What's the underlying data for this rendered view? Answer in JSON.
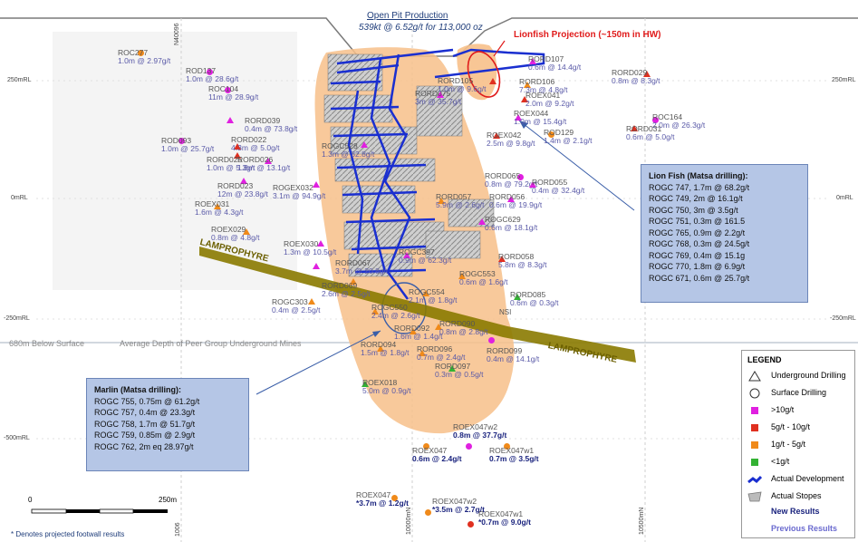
{
  "header": {
    "title": "Open Pit Production",
    "subtitle": "539kt @ 6.52g/t for 113,000 oz"
  },
  "annotations": {
    "lionfish_projection": "Lionfish Projection (~150m in HW)",
    "lamprophyre_left": "LAMPROPHYRE",
    "lamprophyre_right": "LAMPROPHYRE",
    "below_surface": "680m Below Surface",
    "peer_depth": "Average Depth of Peer Group Underground Mines",
    "nsi": "NSI",
    "footnote": "* Denotes projected footwall results"
  },
  "rl_labels": {
    "rl_250": "250mRL",
    "rl_0": "0mRL",
    "rl_m250": "-250mRL",
    "rl_m500": "-500mRL"
  },
  "grid_labels": {
    "e1": "N40096",
    "e2": "10000mN",
    "e3": "10500mN",
    "e4": "1006"
  },
  "scale_bar": {
    "left": "0",
    "right": "250m"
  },
  "lionfish_box": {
    "title": "Lion Fish (Matsa drilling):",
    "lines": [
      "ROGC 747, 1.7m @ 68.2g/t",
      "ROGC 749, 2m @ 16.1g/t",
      "ROGC 750, 3m @ 3.5g/t",
      "ROGC 751, 0.3m @ 161.5",
      "ROGC 765, 0.9m @ 2.2g/t",
      "ROGC 768, 0.3m @ 24.5g/t",
      "ROGC 769, 0.4m @ 15.1g",
      "ROGC 770, 1.8m @ 6.9g/t",
      "ROGC 671, 0.6m @ 25.7g/t"
    ]
  },
  "marlin_box": {
    "title": "Marlin (Matsa drilling):",
    "lines": [
      "ROGC 755, 0.75m @ 61.2g/t",
      "ROGC 757, 0.4m @ 23.3g/t",
      "ROGC 758, 1.7m @ 51.7g/t",
      "ROGC 759, 0.85m @ 2.9g/t",
      "ROGC 762, 2m eq 28.97g/t"
    ]
  },
  "legend": {
    "title": "LEGEND",
    "items": [
      {
        "label": "Underground Drilling",
        "icon": "triangle-outline-icon"
      },
      {
        "label": "Surface Drilling",
        "icon": "circle-outline-icon"
      },
      {
        "label": ">10g/t",
        "icon": "magenta-square-icon",
        "color": "#e020e0"
      },
      {
        "label": "5g/t - 10g/t",
        "icon": "red-square-icon",
        "color": "#e03020"
      },
      {
        "label": "1g/t - 5g/t",
        "icon": "orange-square-icon",
        "color": "#f08a1a"
      },
      {
        "label": "<1g/t",
        "icon": "green-square-icon",
        "color": "#33b233"
      },
      {
        "label": "Actual Development",
        "icon": "development-icon",
        "color": "#1a2fd0"
      },
      {
        "label": "Actual Stopes",
        "icon": "stope-icon"
      }
    ],
    "new_results": "New Results",
    "previous_results": "Previous Results"
  },
  "colors": {
    "orebody": "#f7c08a",
    "development": "#1a2fd0",
    "lamprophyre": "#8a7a00",
    "new_results": "#1a237e",
    "previous_results": "#6a6acf",
    "lionfish_red": "#e01b1b"
  },
  "drill_holes": [
    {
      "name": "ROC277",
      "result": "1.0m @ 2.97g/t",
      "grade": "1-5",
      "type": "surface",
      "new": false
    },
    {
      "name": "ROD137",
      "result": "1.0m @ 28.6g/t",
      "grade": ">10",
      "type": "surface",
      "new": false
    },
    {
      "name": "ROC104",
      "result": "11m @ 28.9g/t",
      "grade": ">10",
      "type": "surface",
      "new": false
    },
    {
      "name": "RORD039",
      "result": "0.4m @ 73.8g/t",
      "grade": ">10",
      "type": "underground",
      "new": false
    },
    {
      "name": "RORD022",
      "result": "4.3m @ 5.0g/t",
      "grade": "5-10",
      "type": "underground",
      "new": false
    },
    {
      "name": "ROD093",
      "result": "1.0m @ 25.7g/t",
      "grade": ">10",
      "type": "surface",
      "new": false
    },
    {
      "name": "RORD025",
      "result": "1.0m @ 5.3g/t",
      "grade": "5-10",
      "type": "underground",
      "new": false
    },
    {
      "name": "RORD026",
      "result": "1.8m @ 13.1g/t",
      "grade": ">10",
      "type": "underground",
      "new": false
    },
    {
      "name": "RORD023",
      "result": "12m @ 23.8g/t",
      "grade": ">10",
      "type": "underground",
      "new": false
    },
    {
      "name": "ROGEX032",
      "result": "3.1m @ 94.9g/t",
      "grade": ">10",
      "type": "underground",
      "new": false
    },
    {
      "name": "ROEX031",
      "result": "1.6m @ 4.3g/t",
      "grade": "1-5",
      "type": "underground",
      "new": false
    },
    {
      "name": "ROEX029",
      "result": "0.8m @ 4.8g/t",
      "grade": "1-5",
      "type": "underground",
      "new": false
    },
    {
      "name": "ROEX030",
      "result": "1.3m @ 10.5g/t",
      "grade": ">10",
      "type": "underground",
      "new": false
    },
    {
      "name": "RORD067",
      "result": "3.7m @ 20.8g/t",
      "grade": ">10",
      "type": "underground",
      "new": false
    },
    {
      "name": "ROGC303",
      "result": "0.4m @ 2.5g/t",
      "grade": "1-5",
      "type": "underground",
      "new": false
    },
    {
      "name": "RORD069",
      "result": "2.6m @ 2.5g/t",
      "grade": "1-5",
      "type": "underground",
      "new": false
    },
    {
      "name": "RORD075",
      "result": "3m @ 35.7g/t",
      "grade": ">10",
      "type": "underground",
      "new": false
    },
    {
      "name": "ROGC528",
      "result": "1.3m @ 32.8g/t",
      "grade": ">10",
      "type": "underground",
      "new": false
    },
    {
      "name": "RORD107",
      "result": "0.6m @ 14.4g/t",
      "grade": ">10",
      "type": "underground",
      "new": false
    },
    {
      "name": "RORD105",
      "result": "1.0m @ 9.6g/t",
      "grade": "5-10",
      "type": "underground",
      "new": false
    },
    {
      "name": "RORD106",
      "result": "7.3m @ 4.8g/t",
      "grade": "1-5",
      "type": "underground",
      "new": false
    },
    {
      "name": "ROEX041",
      "result": "2.0m @ 9.2g/t",
      "grade": "5-10",
      "type": "underground",
      "new": false
    },
    {
      "name": "ROEX044",
      "result": "1.0m @ 15.4g/t",
      "grade": ">10",
      "type": "underground",
      "new": false
    },
    {
      "name": "ROEX042",
      "result": "2.5m @ 9.8g/t",
      "grade": "5-10",
      "type": "underground",
      "new": false
    },
    {
      "name": "ROD129",
      "result": "1.4m @ 2.1g/t",
      "grade": "1-5",
      "type": "surface",
      "new": false
    },
    {
      "name": "RORD029",
      "result": "0.8m @ 8.3g/t",
      "grade": "5-10",
      "type": "underground",
      "new": false
    },
    {
      "name": "ROC164",
      "result": "2.0m @ 26.3g/t",
      "grade": ">10",
      "type": "surface",
      "new": false
    },
    {
      "name": "RORD031",
      "result": "0.6m @ 5.0g/t",
      "grade": "5-10",
      "type": "underground",
      "new": false
    },
    {
      "name": "RORD065",
      "result": "0.8m @ 79.2g/t",
      "grade": ">10",
      "type": "surface",
      "new": false
    },
    {
      "name": "RORD055",
      "result": "0.4m @ 32.4g/t",
      "grade": ">10",
      "type": "underground",
      "new": false
    },
    {
      "name": "RORD057",
      "result": "5.9m @ 2.6g/t",
      "grade": "1-5",
      "type": "underground",
      "new": false
    },
    {
      "name": "RORD056",
      "result": "0.6m @ 19.9g/t",
      "grade": ">10",
      "type": "underground",
      "new": false
    },
    {
      "name": "ROGC629",
      "result": "0.6m @ 18.1g/t",
      "grade": ">10",
      "type": "underground",
      "new": false
    },
    {
      "name": "ROGC397",
      "result": "0.9m @ 62.3g/t",
      "grade": ">10",
      "type": "underground",
      "new": false
    },
    {
      "name": "RORD058",
      "result": "5.8m @ 8.3g/t",
      "grade": "5-10",
      "type": "underground",
      "new": false
    },
    {
      "name": "ROGC553",
      "result": "0.6m @ 1.6g/t",
      "grade": "1-5",
      "type": "underground",
      "new": false
    },
    {
      "name": "ROGC554",
      "result": "2.1m @ 1.8g/t",
      "grade": "1-5",
      "type": "underground",
      "new": false
    },
    {
      "name": "RORD085",
      "result": "0.6m @ 0.3g/t",
      "grade": "<1",
      "type": "underground",
      "new": false
    },
    {
      "name": "ROGC550",
      "result": "2.4m @ 2.6g/t",
      "grade": "1-5",
      "type": "underground",
      "new": false
    },
    {
      "name": "RORD092",
      "result": "1.6m @ 1.4g/t",
      "grade": "1-5",
      "type": "underground",
      "new": false
    },
    {
      "name": "RORD090",
      "result": "0.8m @ 2.8g/t",
      "grade": "1-5",
      "type": "underground",
      "new": false
    },
    {
      "name": "RORD094",
      "result": "1.5m @ 1.8g/t",
      "grade": "1-5",
      "type": "underground",
      "new": false
    },
    {
      "name": "RORD096",
      "result": "0.7m @ 2.4g/t",
      "grade": "1-5",
      "type": "underground",
      "new": false
    },
    {
      "name": "RORD097",
      "result": "0.3m @ 0.5g/t",
      "grade": "<1",
      "type": "underground",
      "new": false
    },
    {
      "name": "RORD099",
      "result": "0.4m @ 14.1g/t",
      "grade": ">10",
      "type": "surface",
      "new": false
    },
    {
      "name": "ROEX018",
      "result": "5.0m @ 0.9g/t",
      "grade": "<1",
      "type": "underground",
      "new": false
    },
    {
      "name": "ROEX047w2",
      "result": "0.8m @ 37.7g/t",
      "grade": ">10",
      "type": "surface",
      "new": true
    },
    {
      "name": "ROEX047",
      "result": "0.6m @ 2.4g/t",
      "grade": "1-5",
      "type": "surface",
      "new": true
    },
    {
      "name": "ROEX047w1",
      "result": "0.7m @ 3.5g/t",
      "grade": "1-5",
      "type": "surface",
      "new": true
    },
    {
      "name": "ROEX047",
      "result": "*3.7m @ 1.2g/t",
      "grade": "1-5",
      "type": "surface",
      "new": true
    },
    {
      "name": "ROEX047w2",
      "result": "*3.5m @ 2.7g/t",
      "grade": "1-5",
      "type": "surface",
      "new": true
    },
    {
      "name": "ROEX047w1",
      "result": "*0.7m @ 9.0g/t",
      "grade": "5-10",
      "type": "surface",
      "new": true
    }
  ]
}
